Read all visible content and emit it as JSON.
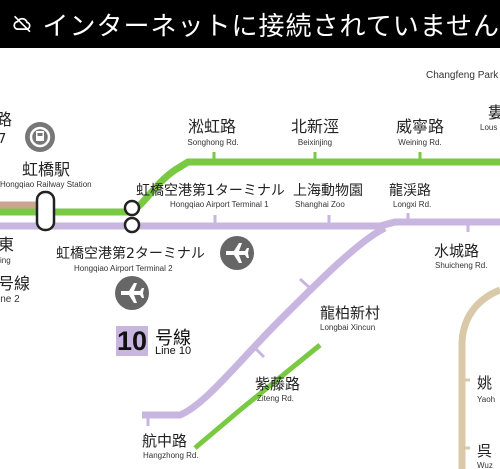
{
  "banner": {
    "text": "インターネットに接続されていません",
    "icon": "cloud-offline-icon"
  },
  "colors": {
    "line10": "#c9b6e0",
    "green_line": "#7ac943",
    "line2": "#c9a78f",
    "tan_line": "#d9c9a8"
  },
  "labels": {
    "changfeng": "Changfeng Park",
    "songhong_jp": "淞虹路",
    "songhong_en": "Songhong Rd.",
    "beixinjing_jp": "北新涇",
    "beixinjing_en": "Beixinjing",
    "weining_jp": "威寧路",
    "weining_en": "Weining Rd.",
    "lou_jp": "婁",
    "lou_en": "Lous",
    "hongqiao_rail_jp": "虹橋駅",
    "hongqiao_rail_en": "Hongqiao Railway Station",
    "terminal1_jp": "虹橋空港第1ターミナル",
    "terminal1_en": "Hongqiao Airport Terminal 1",
    "shanghaizoo_jp": "上海動物園",
    "shanghaizoo_en": "Shanghai Zoo",
    "longxi_jp": "龍渓路",
    "longxi_en": "Longxi Rd.",
    "terminal2_jp": "虹橋空港第2ターミナル",
    "terminal2_en": "Hongqiao Airport Terminal 2",
    "shuicheng_jp": "水城路",
    "shuicheng_en": "Shuicheng Rd.",
    "longbai_jp": "龍柏新村",
    "longbai_en": "Longbai Xincun",
    "ziteng_jp": "紫藤路",
    "ziteng_en": "Ziteng Rd.",
    "hangzhong_jp": "航中路",
    "hangzhong_en": "Hangzhong Rd.",
    "yao_jp": "姚",
    "yao_en": "Yaoh",
    "wu_jp": "呉",
    "wu_en": "Wuz",
    "left_jp1": "路",
    "left_jp2": "7",
    "left_east_jp": "東",
    "left_east_en": "ing",
    "left_line2_jp": "号線",
    "left_line2_en": "ine 2",
    "line10_num": "10",
    "line10_jp": "号線",
    "line10_en": "Line 10"
  }
}
